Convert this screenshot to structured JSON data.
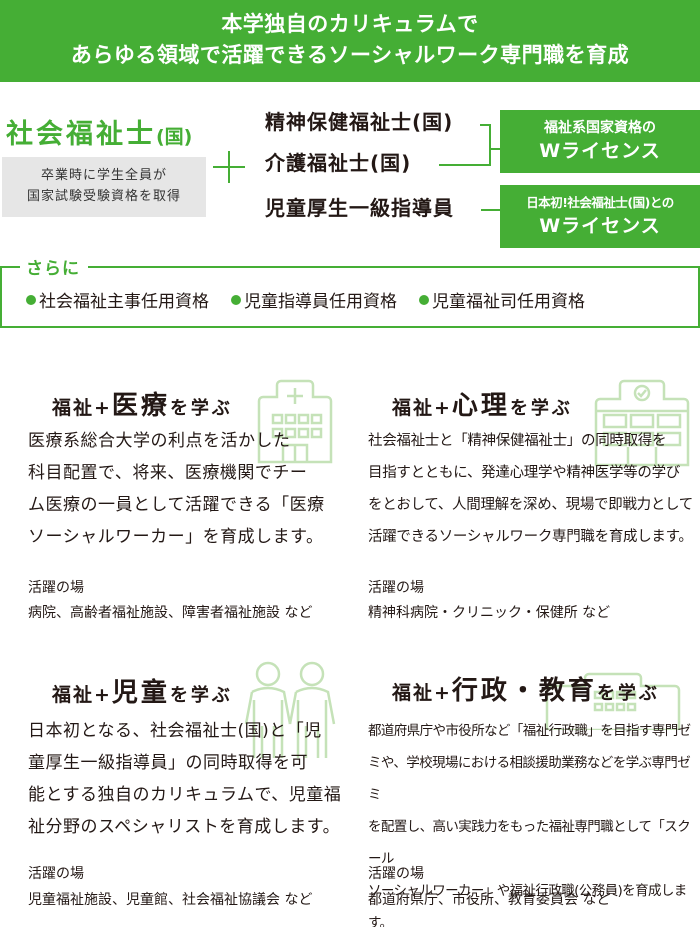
{
  "banner": {
    "line1": "本学独自のカリキュラムで",
    "line2": "あらゆる領域で活躍できるソーシャルワーク専門職を育成"
  },
  "main_qualification": {
    "name": "社会福祉士",
    "suffix": "(国)",
    "note_line1": "卒業時に学生全員が",
    "note_line2": "国家試験受験資格を取得",
    "plus_icon": "plus-icon"
  },
  "qualifications": [
    {
      "label": "精神保健福祉士(国)"
    },
    {
      "label": "介護福祉士(国)"
    },
    {
      "label": "児童厚生一級指導員"
    }
  ],
  "w_licenses": [
    {
      "line1": "福祉系国家資格の",
      "line2": "Wライセンス"
    },
    {
      "line1": "日本初!社会福祉士(国)との",
      "line2": "Wライセンス"
    }
  ],
  "additional": {
    "title": "さらに",
    "items": [
      "社会福祉主事任用資格",
      "児童指導員任用資格",
      "児童福祉司任用資格"
    ]
  },
  "cards": [
    {
      "title_prefix": "福祉+",
      "title_main": "医療",
      "title_suffix": "を学ぶ",
      "icon": "hospital-icon",
      "body": [
        "医療系総合大学の利点を活かした",
        "科目配置で、将来、医療機関でチー",
        "ム医療の一員として活躍できる「医療",
        "ソーシャルワーカー」を育成します。"
      ],
      "place_label": "活躍の場",
      "place_value": "病院、高齢者福祉施設、障害者福祉施設 など"
    },
    {
      "title_prefix": "福祉+",
      "title_main": "心理",
      "title_suffix": "を学ぶ",
      "icon": "clinic-icon",
      "body": [
        "社会福祉士と「精神保健福祉士」の同時取得を",
        "目指すとともに、発達心理学や精神医学等の学び",
        "をとおして、人間理解を深め、現場で即戦力として",
        "活躍できるソーシャルワーク専門職を育成します。"
      ],
      "place_label": "活躍の場",
      "place_value": "精神科病院・クリニック・保健所 など"
    },
    {
      "title_prefix": "福祉+",
      "title_main": "児童",
      "title_suffix": "を学ぶ",
      "icon": "people-icon",
      "body": [
        "日本初となる、社会福祉士(国)と「児",
        "童厚生一級指導員」の同時取得を可",
        "能とする独自のカリキュラムで、児童福",
        "祉分野のスペシャリストを育成します。"
      ],
      "place_label": "活躍の場",
      "place_value": "児童福祉施設、児童館、社会福祉協議会 など"
    },
    {
      "title_prefix": "福祉+",
      "title_main": "行政・教育",
      "title_suffix": "を学ぶ",
      "icon": "government-building-icon",
      "body": [
        "都道府県庁や市役所など「福祉行政職」を目指す専門ゼ",
        "ミや、学校現場における相談援助業務などを学ぶ専門ゼミ",
        "を配置し、高い実践力をもった福祉専門職として「スクール",
        "ソーシャルワーカー」や福祉行政職(公務員)を育成します。"
      ],
      "place_label": "活躍の場",
      "place_value": "都道府県庁、市役所、教育委員会 など"
    }
  ],
  "colors": {
    "brand_green": "#45ae35",
    "icon_green": "#c5e2b8",
    "note_gray": "#e6e6e6",
    "text": "#231815"
  }
}
